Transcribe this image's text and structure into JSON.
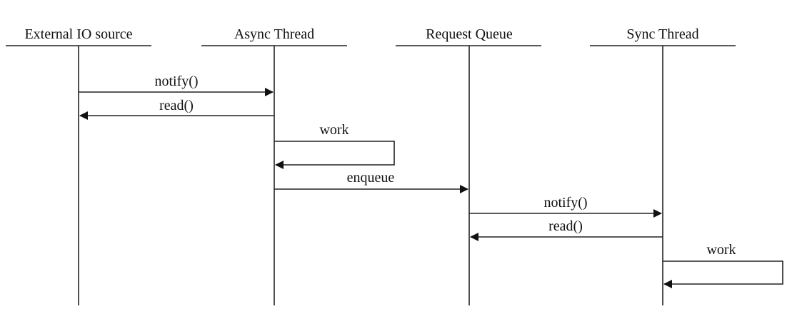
{
  "participants": [
    {
      "id": "external-io-source",
      "label": "External IO source"
    },
    {
      "id": "async-thread",
      "label": "Async Thread"
    },
    {
      "id": "request-queue",
      "label": "Request Queue"
    },
    {
      "id": "sync-thread",
      "label": "Sync Thread"
    }
  ],
  "messages": [
    {
      "id": "notify-1",
      "label": "notify()",
      "from": "External IO source",
      "to": "Async Thread"
    },
    {
      "id": "read-1",
      "label": "read()",
      "from": "Async Thread",
      "to": "External IO source"
    },
    {
      "id": "work-1",
      "label": "work",
      "from": "Async Thread",
      "to": "Async Thread"
    },
    {
      "id": "enqueue",
      "label": "enqueue",
      "from": "Async Thread",
      "to": "Request Queue"
    },
    {
      "id": "notify-2",
      "label": "notify()",
      "from": "Request Queue",
      "to": "Sync Thread"
    },
    {
      "id": "read-2",
      "label": "read()",
      "from": "Sync Thread",
      "to": "Request Queue"
    },
    {
      "id": "work-2",
      "label": "work",
      "from": "Sync Thread",
      "to": "Sync Thread"
    }
  ]
}
